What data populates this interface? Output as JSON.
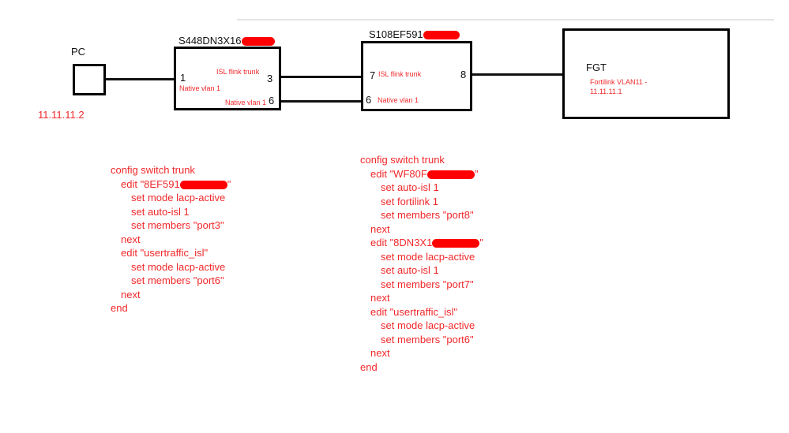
{
  "pc": {
    "label": "PC",
    "ip": "11.11.11.2"
  },
  "switch1": {
    "name": "S448DN3X16",
    "port_1": "1",
    "port_1_note": "Native vlan 1",
    "port_3": "3",
    "port_3_note": "ISL flink trunk",
    "port_6": "6",
    "port_6_note": "Native vlan 1"
  },
  "switch2": {
    "name": "S108EF591",
    "port_7": "7",
    "port_7_note": "ISL flink trunk",
    "port_6": "6",
    "port_6_note": "Native vlan 1",
    "port_8": "8"
  },
  "fgt": {
    "label": "FGT",
    "note_line1": "Fortilink VLAN11 -",
    "note_line2": "11.11.11.1"
  },
  "config1": [
    {
      "indent": 0,
      "text": "config switch trunk"
    },
    {
      "indent": 1,
      "text": "edit \"8EF591",
      "redacted": true,
      "suffix": "\""
    },
    {
      "indent": 2,
      "text": "set mode lacp-active"
    },
    {
      "indent": 2,
      "text": "set auto-isl 1"
    },
    {
      "indent": 2,
      "text": "set members \"port3\""
    },
    {
      "indent": 1,
      "text": "next"
    },
    {
      "indent": 1,
      "text": "edit \"usertraffic_isl\""
    },
    {
      "indent": 2,
      "text": "set mode lacp-active"
    },
    {
      "indent": 2,
      "text": "set members \"port6\""
    },
    {
      "indent": 1,
      "text": "next"
    },
    {
      "indent": 0,
      "text": "end"
    }
  ],
  "config2": [
    {
      "indent": 0,
      "text": "config switch trunk"
    },
    {
      "indent": 1,
      "text": "edit \"WF80F",
      "redacted": true,
      "suffix": "\""
    },
    {
      "indent": 2,
      "text": "set auto-isl 1"
    },
    {
      "indent": 2,
      "text": "set fortilink 1"
    },
    {
      "indent": 2,
      "text": "set members \"port8\""
    },
    {
      "indent": 1,
      "text": "next"
    },
    {
      "indent": 1,
      "text": "edit \"8DN3X1",
      "redacted": true,
      "suffix": "\""
    },
    {
      "indent": 2,
      "text": "set mode lacp-active"
    },
    {
      "indent": 2,
      "text": "set auto-isl 1"
    },
    {
      "indent": 2,
      "text": "set members \"port7\""
    },
    {
      "indent": 1,
      "text": "next"
    },
    {
      "indent": 1,
      "text": "edit \"usertraffic_isl\""
    },
    {
      "indent": 2,
      "text": "set mode lacp-active"
    },
    {
      "indent": 2,
      "text": "set members \"port6\""
    },
    {
      "indent": 1,
      "text": "next"
    },
    {
      "indent": 0,
      "text": "end"
    }
  ]
}
